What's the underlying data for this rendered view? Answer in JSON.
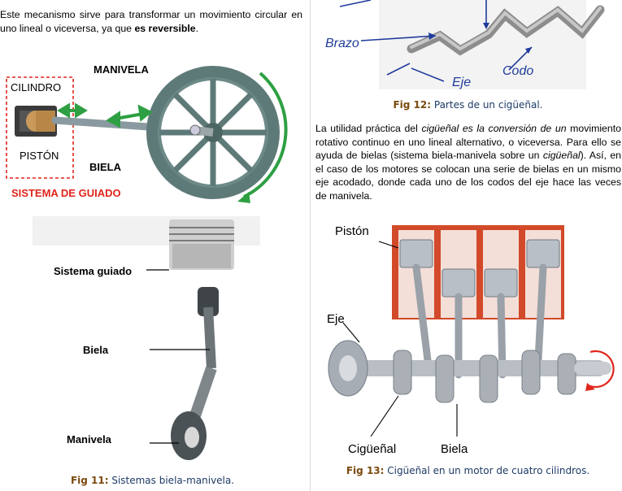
{
  "left": {
    "intro_text": "Este mecanismo sirve para transformar un movimiento circular en uno lineal o viceversa, ya que ",
    "intro_bold": "es reversible",
    "intro_end": ".",
    "fig_top": {
      "label_manivela": "MANIVELA",
      "label_cilindro": "CILINDRO",
      "label_piston": "PISTÓN",
      "label_biela": "BIELA",
      "label_sistema": "SISTEMA DE GUIADO"
    },
    "fig_bottom": {
      "label_sistema": "Sistema guiado",
      "label_biela": "Biela",
      "label_manivela": "Manivela"
    },
    "caption_label": "Fig 11:",
    "caption_text": " Sistemas biela-manivela."
  },
  "right": {
    "fig_top": {
      "label_brazo": "Brazo",
      "label_eje": "Eje",
      "label_codo": "Codo"
    },
    "caption12_label": "Fig 12:",
    "caption12_text": " Partes de un cigüeñal.",
    "para_1": "La utilidad práctica del ",
    "para_italic_1": "cigüeñal es la conversión de un",
    "para_2": " movimiento rotativo continuo en uno lineal alternativo, o viceversa. Para ello se ayuda de bielas (sistema biela-manivela sobre un ",
    "para_italic_2": "cigüeñal",
    "para_3": "). Así, en el caso de los motores se colocan una serie de bielas en un mismo eje acodado, donde cada uno de los codos del eje hace las veces de manivela.",
    "fig_engine": {
      "label_piston": "Pistón",
      "label_eje": "Eje",
      "label_ciguenal": "Cigüeñal",
      "label_biela": "Biela"
    },
    "caption13_label": "Fig 13:",
    "caption13_text": " Cigüeñal en un motor de cuatro cilindros."
  },
  "colors": {
    "flywheel": "#5e7a78",
    "green_arrow": "#2ea043",
    "red_label": "#e0251b",
    "cylinder_red": "#d24a2a",
    "caption_blue": "#1d3a66",
    "caption_brown": "#7a4a10"
  }
}
